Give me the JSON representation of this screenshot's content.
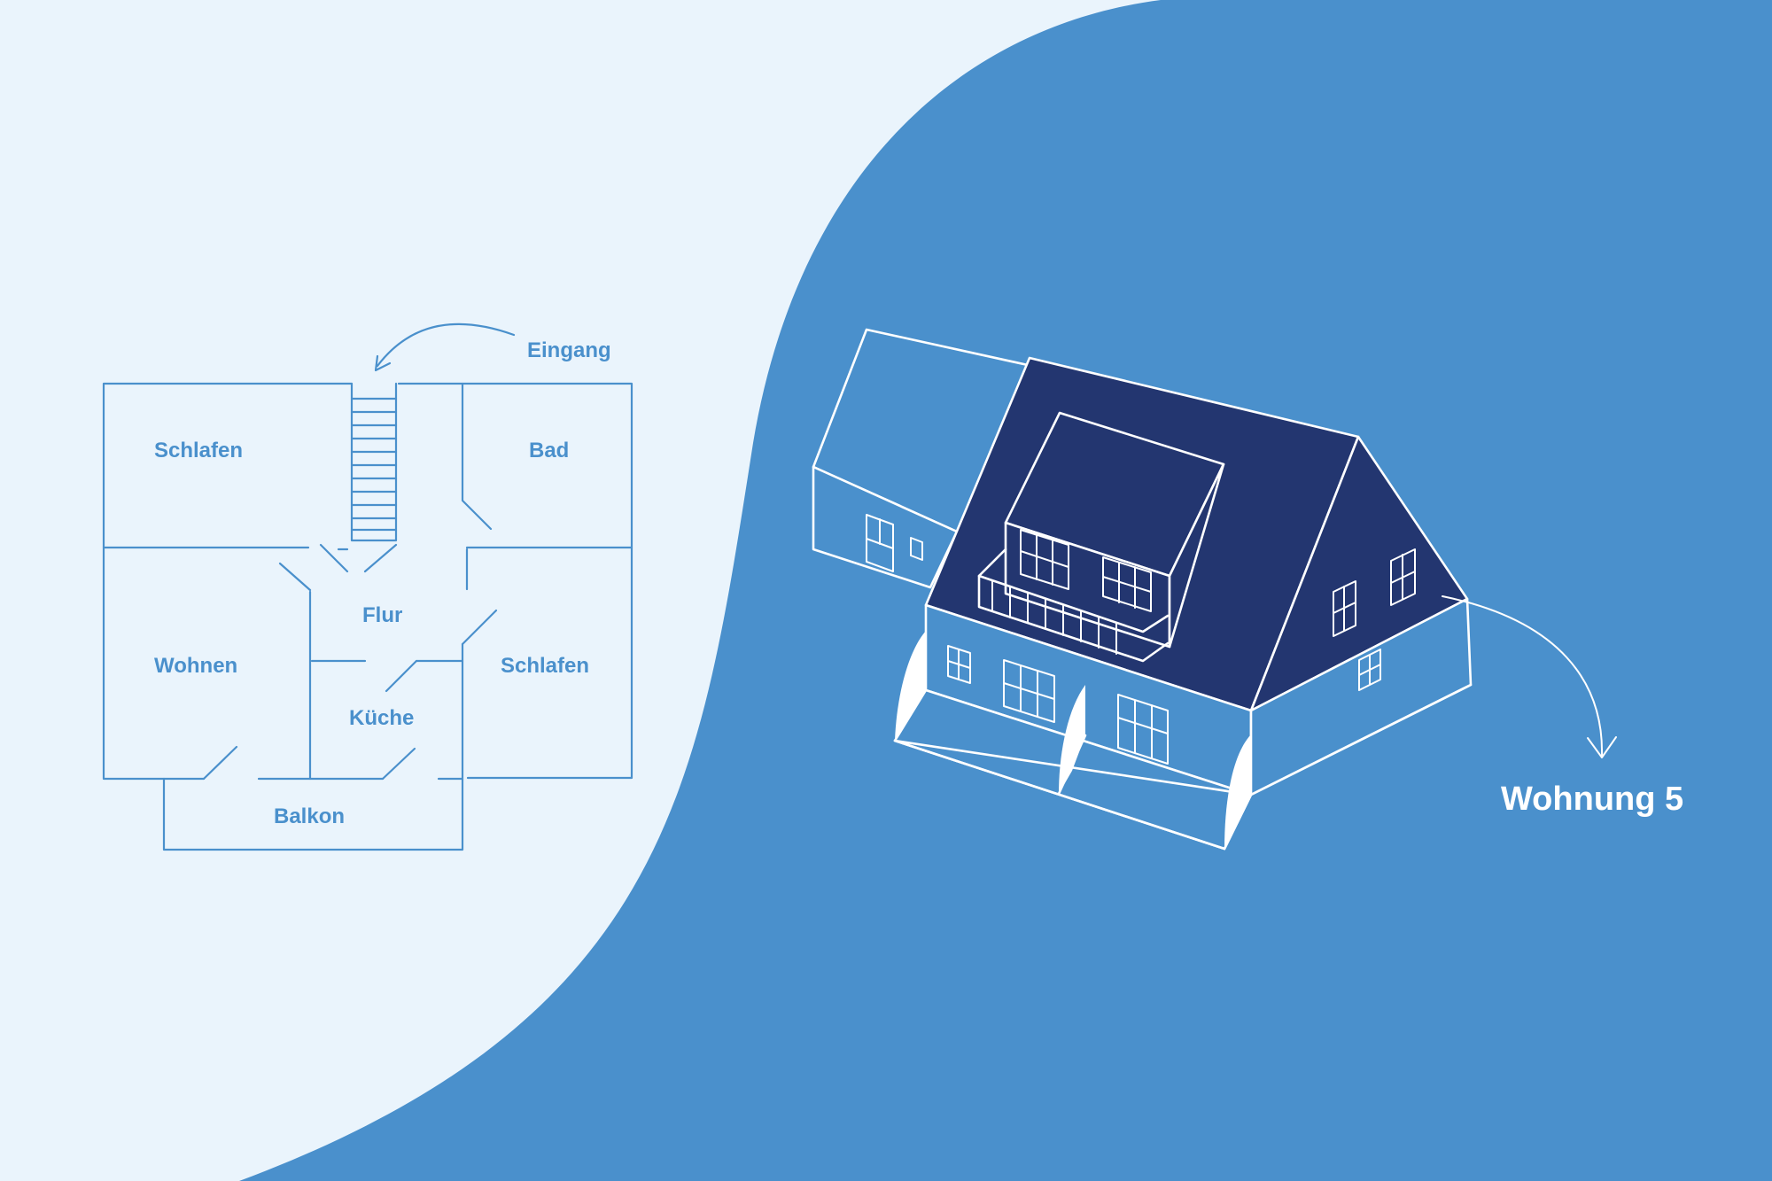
{
  "colors": {
    "light_bg": "#eaf4fc",
    "blue_bg": "#4a90cc",
    "roof_navy": "#233670",
    "line_white": "#ffffff",
    "plan_line": "#4a90cc"
  },
  "floor_plan": {
    "entrance_label": "Eingang",
    "rooms": {
      "bedroom_left": "Schlafen",
      "bathroom": "Bad",
      "hallway": "Flur",
      "living": "Wohnen",
      "bedroom_right": "Schlafen",
      "kitchen": "Küche",
      "balcony": "Balkon"
    }
  },
  "building": {
    "apartment_label": "Wohnung 5"
  }
}
